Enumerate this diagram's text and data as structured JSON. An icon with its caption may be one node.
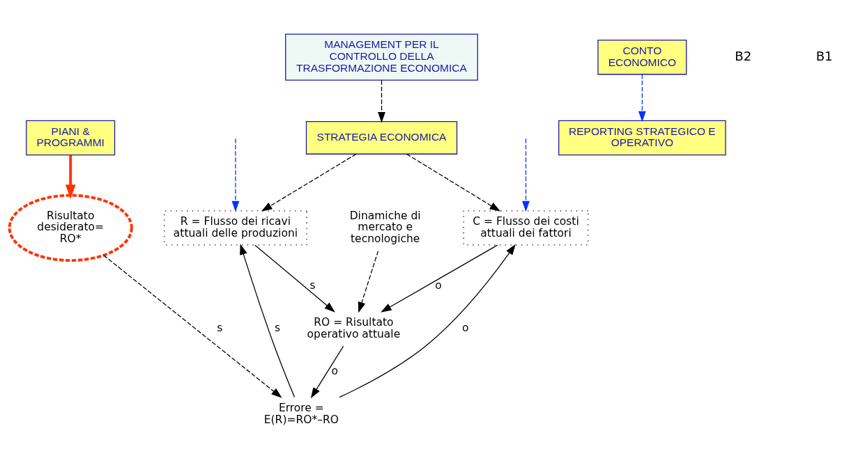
{
  "diagram": {
    "nodes": [
      {
        "text": [
          "C = Flusso dei costi attuali dei fattori"
        ]
      },
      {
        "text": [
          "R = Flusso dei ricavi attuali delle produzioni"
        ]
      },
      {
        "text": [
          "RO = Risultato operativo attuale"
        ]
      },
      {
        "text": [
          "Dinamiche di mercato e tecnologiche"
        ]
      },
      {
        "text": [
          "Risultato desiderato= RO*"
        ]
      },
      {
        "text": [
          "REPORTING STRATEGICO E OPERATIVO"
        ]
      },
      {
        "text": [
          "Errore = E(R)=RO*–RO"
        ]
      },
      {
        "text": [
          "STRATEGIA ECONOMICA"
        ]
      },
      {
        "text": [
          "MANAGEMENT PER IL CONTROLLO DELLA TRASFORMAZIONE ECONOMICA"
        ]
      },
      {
        "text": [
          "PIANI & PROGRAMMI"
        ]
      },
      {
        "text": [
          "CONTO ECONOMICO"
        ]
      }
    ],
    "edges": [
      {
        "from": 0,
        "to": 2,
        "arrow": "to",
        "label": "o"
      },
      {
        "from": 1,
        "to": 2,
        "arrow": "to",
        "label": "s"
      },
      {
        "from": 3,
        "to": 2,
        "arrow": "to",
        "style": "dashed"
      },
      {
        "from": 2,
        "to": 6,
        "arrow": "to",
        "label": "o"
      },
      {
        "from": 4,
        "to": 6,
        "arrow": "to",
        "label": "s",
        "style": "dashed"
      },
      {
        "from": 6,
        "to": 1,
        "arrow": "to",
        "label": "s"
      },
      {
        "from": 6,
        "to": 0,
        "arrow": "to",
        "label": "o"
      },
      {
        "from": 7,
        "to": 0,
        "arrow": "to",
        "style": "dashed"
      },
      {
        "from": 7,
        "to": 1,
        "arrow": "to",
        "style": "dashed"
      },
      {
        "from": 8,
        "to": 7,
        "arrow": "to",
        "style": "dashed"
      },
      {
        "from": 9,
        "to": 4,
        "arrow": "to",
        "style": "thick",
        "color": "#ff3300"
      },
      {
        "from": 10,
        "to": 5,
        "arrow": "to",
        "style": "dashed",
        "color": "#0033ff"
      },
      {
        "from": null,
        "to": 0,
        "arrow": "to",
        "style": "dashed",
        "color": "#0033ff"
      },
      {
        "from": null,
        "to": 1,
        "arrow": "to",
        "style": "dashed",
        "color": "#0033ff"
      }
    ],
    "labels": [
      "B2",
      "B1"
    ]
  }
}
